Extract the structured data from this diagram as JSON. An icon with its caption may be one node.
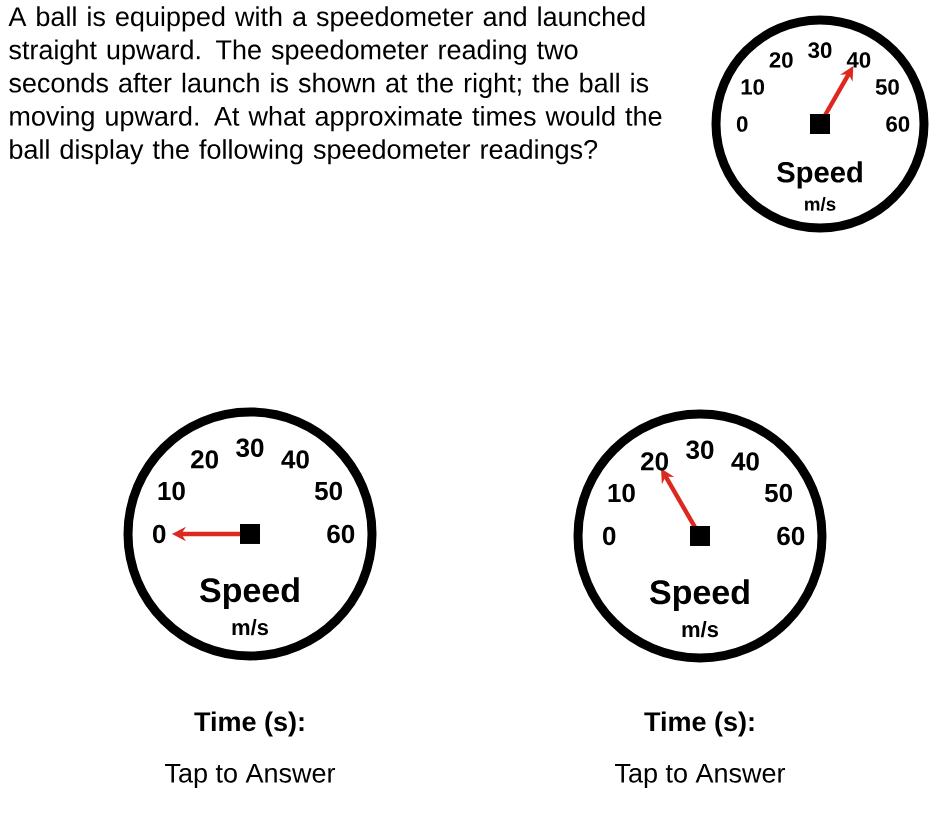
{
  "diagram": {
    "nodes": [
      {
        "text": [
          "0",
          "10",
          "20",
          "30",
          "40",
          "50",
          "60",
          "Speed",
          "m/s"
        ]
      },
      {
        "text": [
          "0",
          "10",
          "20",
          "30",
          "40",
          "50",
          "60",
          "Speed",
          "m/s"
        ]
      },
      {
        "text": [
          "0",
          "10",
          "20",
          "30",
          "40",
          "50",
          "60",
          "Speed",
          "m/s"
        ]
      }
    ],
    "labels": [
      "A ball is equipped with a speedometer and launched straight upward. The speedometer reading two seconds after launch is shown at the right; the ball is moving upward. At what approximate times would the ball display the following speedometer readings?",
      "Time (s):",
      "Tap to Answer",
      "Time (s):",
      "Tap to Answer"
    ]
  }
}
